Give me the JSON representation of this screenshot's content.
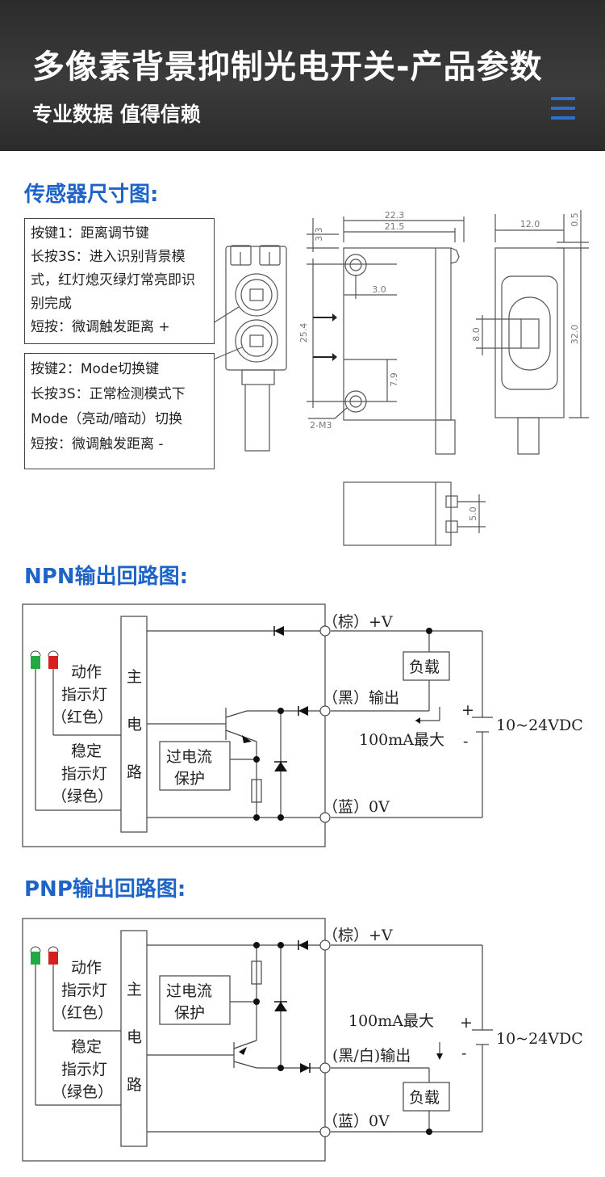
{
  "header": {
    "title": "多像素背景抑制光电开关-产品参数",
    "subtitle": "专业数据 值得信赖",
    "accent_color": "#1e63c8",
    "menu_icon": "hamburger-menu-icon"
  },
  "dimension_section": {
    "heading": "传感器尺寸图:",
    "key1_lines": [
      "按键1：距离调节键",
      "长按3S：进入识别背景模",
      "式，红灯熄灭绿灯常亮即识",
      "别完成",
      "短按：微调触发距离 +"
    ],
    "key2_lines": [
      "按键2：Mode切换键",
      "长按3S：正常检测模式下",
      "Mode（亮动/暗动）切换",
      "短按：微调触发距离 -"
    ],
    "dims": {
      "d22_3": "22.3",
      "d21_5": "21.5",
      "d3_3": "3.3",
      "d3_0": "3.0",
      "d25_4": "25.4",
      "d7_9": "7.9",
      "screw": "2-M3",
      "d12_0": "12.0",
      "d0_5": "0.5",
      "d8_0": "8.0",
      "d32_0": "32.0",
      "d5_0": "5.0"
    }
  },
  "npn_section": {
    "heading": "NPN输出回路图:",
    "labels": {
      "plus_v": "（棕）+V",
      "output": "（黑）输出",
      "zero_v": "（蓝）0V",
      "load": "负载",
      "max": "100mA最大",
      "minus": "-",
      "plus": "+",
      "supply": "10~24VDC",
      "main1": "主",
      "main2": "电",
      "main3": "路",
      "protect1": "过电流",
      "protect2": "保护",
      "act1": "动作",
      "act2": "指示灯",
      "act3": "（红色）",
      "stab1": "稳定",
      "stab2": "指示灯",
      "stab3": "（绿色）"
    }
  },
  "pnp_section": {
    "heading": "PNP输出回路图:",
    "labels": {
      "plus_v": "（棕）+V",
      "output": "(黑/白)输出",
      "zero_v": "（蓝）0V",
      "load": "负载",
      "max": "100mA最大",
      "minus": "-",
      "plus": "+",
      "supply": "10~24VDC",
      "main1": "主",
      "main2": "电",
      "main3": "路",
      "protect1": "过电流",
      "protect2": "保护",
      "act1": "动作",
      "act2": "指示灯",
      "act3": "（红色）",
      "stab1": "稳定",
      "stab2": "指示灯",
      "stab3": "（绿色）"
    }
  },
  "colors": {
    "led_green": "#22a845",
    "led_red": "#d42020"
  }
}
